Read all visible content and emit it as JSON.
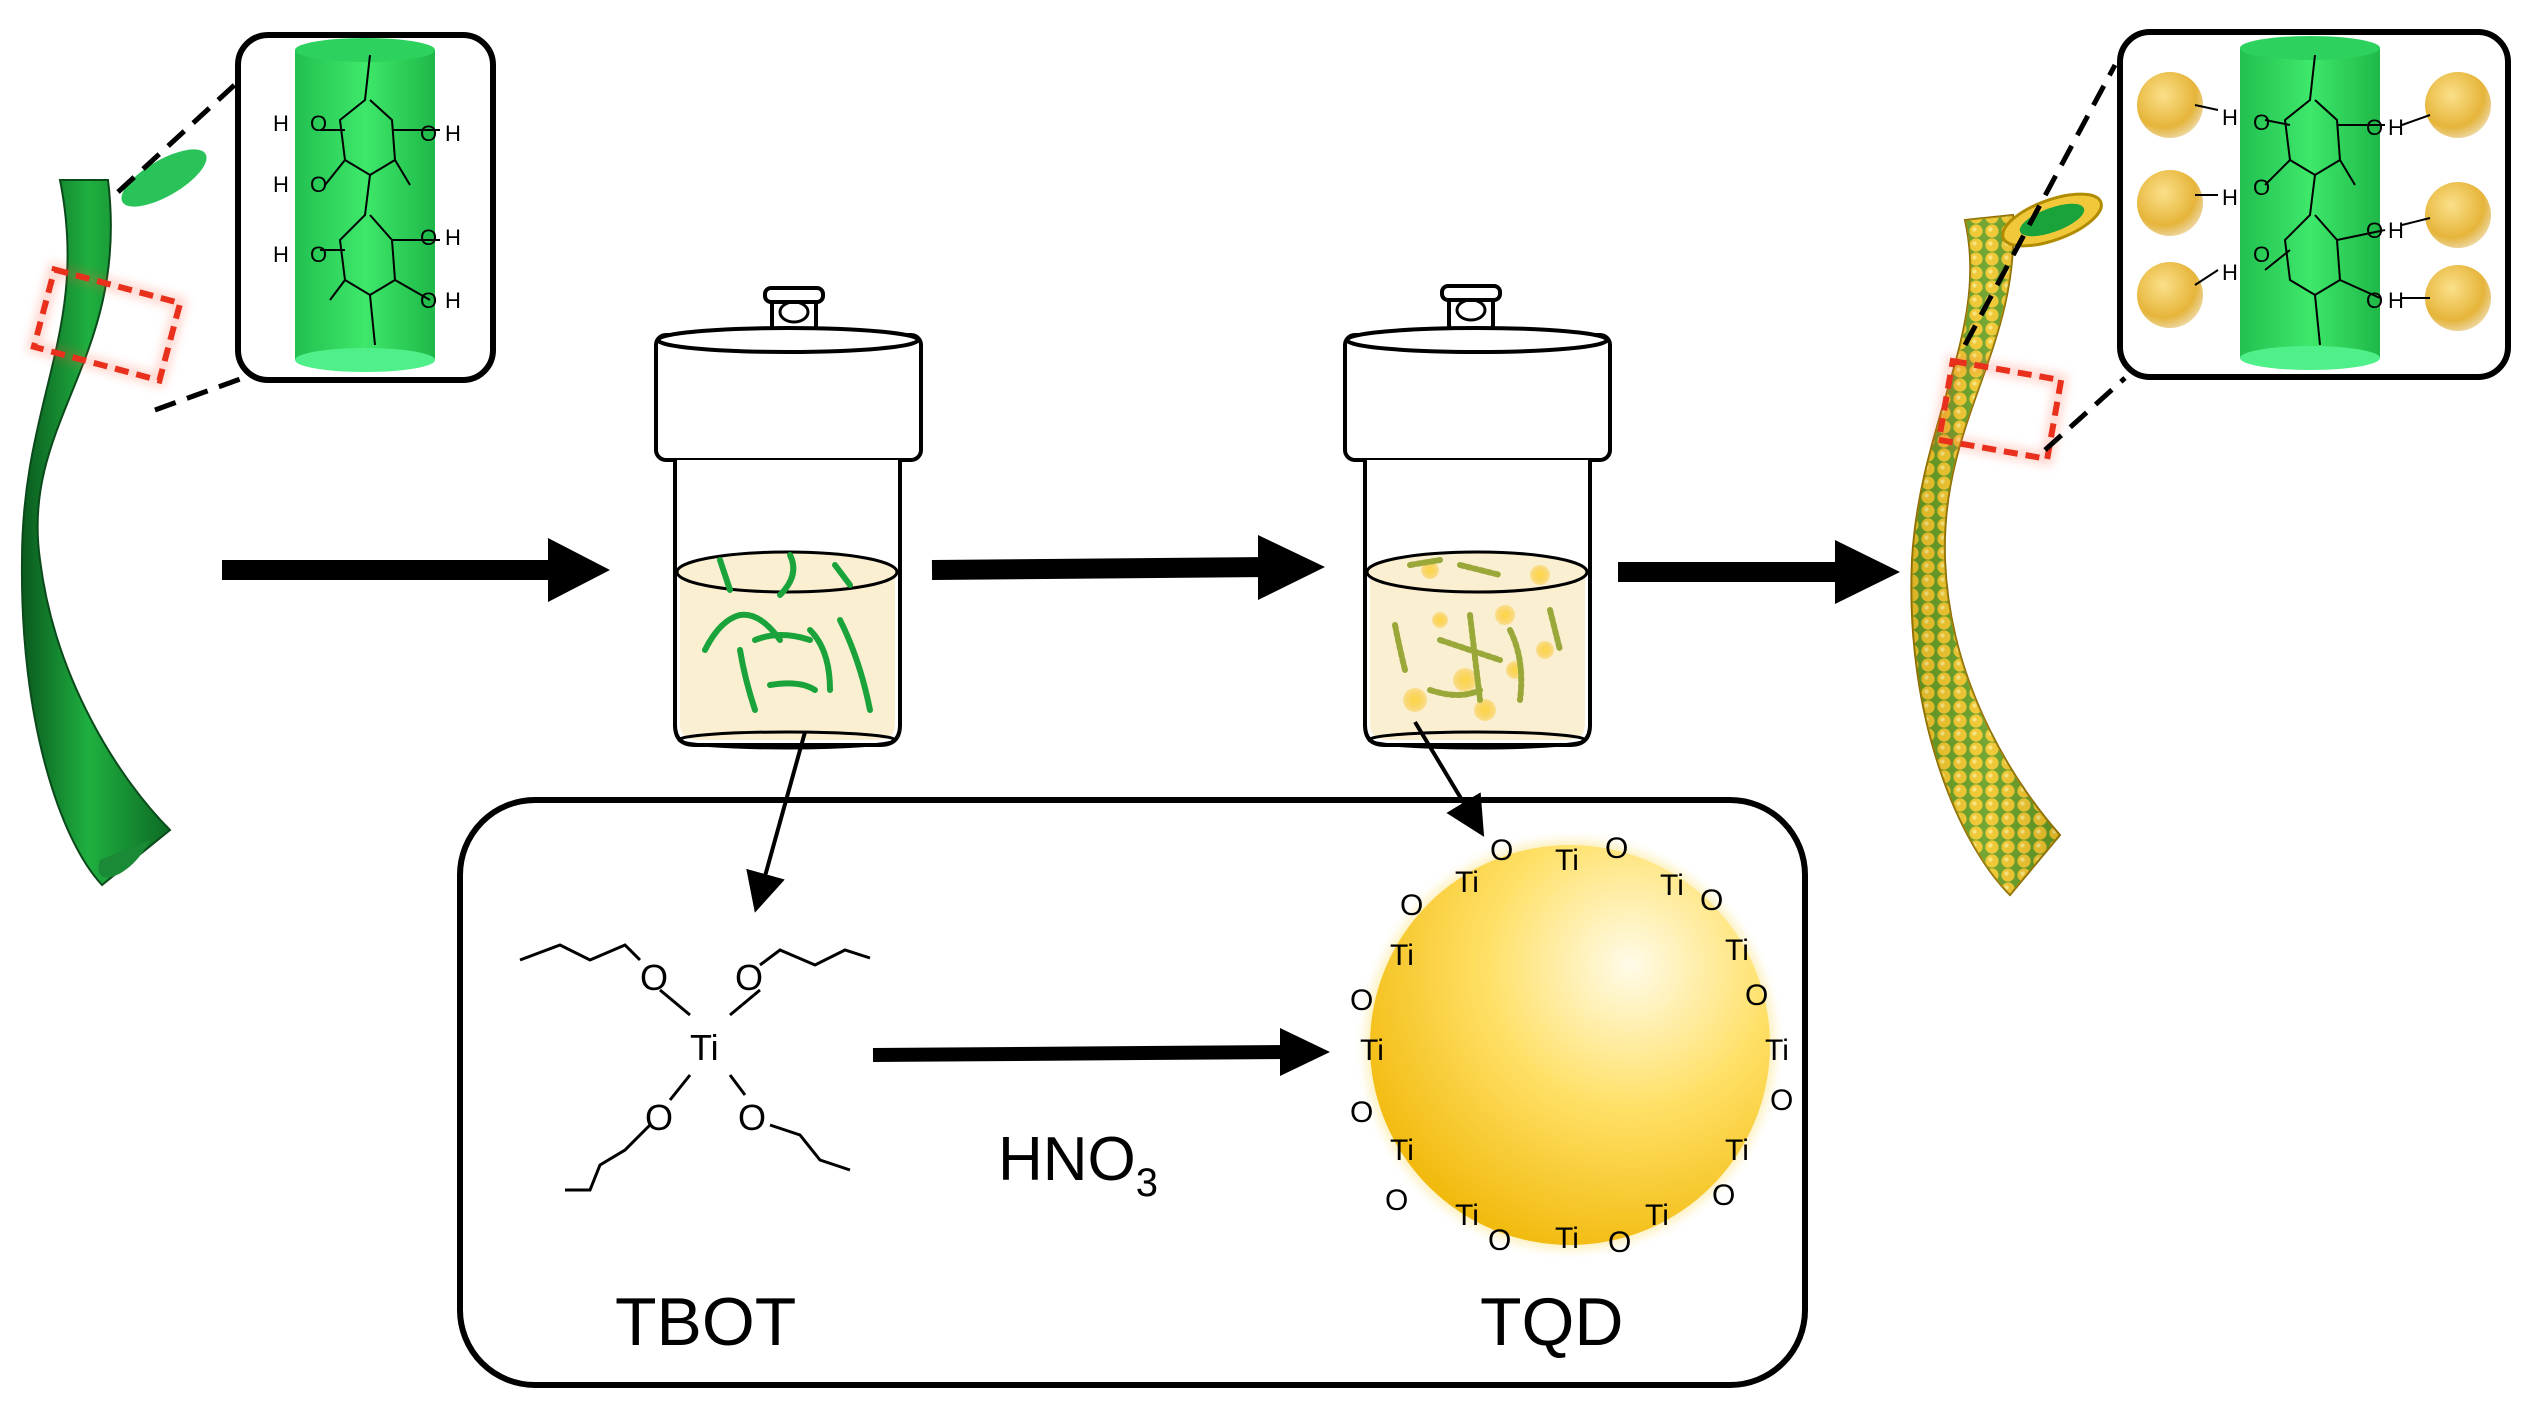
{
  "labels": {
    "precursor": "TBOT",
    "product": "TQD",
    "reagent": "HNO",
    "reagent_subscript": "3"
  },
  "atoms": {
    "titanium": "Ti",
    "oxygen": "O",
    "hydrogen": "H"
  },
  "colors": {
    "fiber_green": "#1aa33a",
    "tqd_yellow": "#f5c800",
    "solution_beige": "#fbefd2",
    "highlight_red": "#e8301c"
  }
}
